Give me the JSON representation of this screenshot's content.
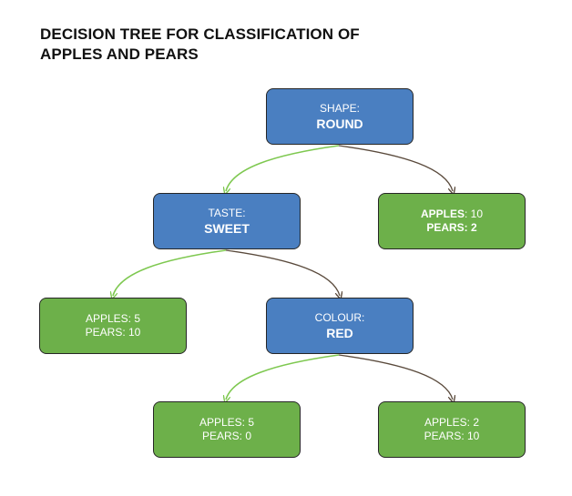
{
  "title": {
    "line1": "DECISION TREE FOR CLASSIFICATION OF",
    "line2": "APPLES AND PEARS"
  },
  "colors": {
    "decision_node": "#4a7fc1",
    "leaf_node": "#6db04a",
    "yes_edge": "#7ec850",
    "no_edge": "#5a4a3c"
  },
  "nodes": {
    "shape": {
      "question": "SHAPE:",
      "value": "ROUND"
    },
    "taste": {
      "question": "TASTE:",
      "value": "SWEET"
    },
    "colour": {
      "question": "COLOUR:",
      "value": "RED"
    },
    "leaf_round_no": {
      "apples_label": "APPLES",
      "apples_value": ": 10",
      "pears_label": "PEARS",
      "pears_value": ": 2"
    },
    "leaf_sweet_yes": {
      "apples": "APPLES: 5",
      "pears": "PEARS: 10"
    },
    "leaf_red_yes": {
      "apples": "APPLES: 5",
      "pears": "PEARS: 0"
    },
    "leaf_red_no": {
      "apples": "APPLES: 2",
      "pears": "PEARS: 10"
    }
  }
}
